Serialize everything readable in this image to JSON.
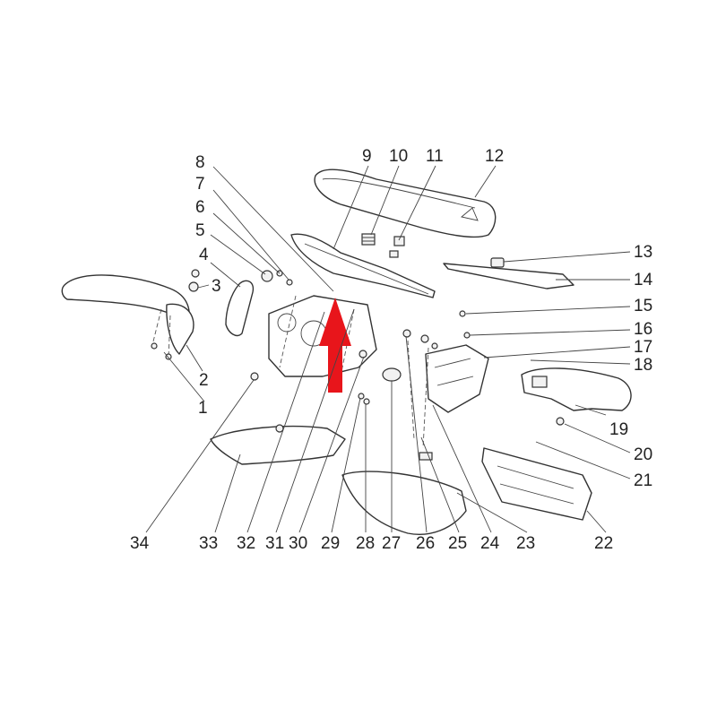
{
  "diagram": {
    "callouts": [
      {
        "num": "1"
      },
      {
        "num": "2"
      },
      {
        "num": "3"
      },
      {
        "num": "4"
      },
      {
        "num": "5"
      },
      {
        "num": "6"
      },
      {
        "num": "7"
      },
      {
        "num": "8"
      },
      {
        "num": "9"
      },
      {
        "num": "10"
      },
      {
        "num": "11"
      },
      {
        "num": "12"
      },
      {
        "num": "13"
      },
      {
        "num": "14"
      },
      {
        "num": "15"
      },
      {
        "num": "16"
      },
      {
        "num": "17"
      },
      {
        "num": "18"
      },
      {
        "num": "19"
      },
      {
        "num": "20"
      },
      {
        "num": "21"
      },
      {
        "num": "22"
      },
      {
        "num": "23"
      },
      {
        "num": "24"
      },
      {
        "num": "25"
      },
      {
        "num": "26"
      },
      {
        "num": "27"
      },
      {
        "num": "28"
      },
      {
        "num": "29"
      },
      {
        "num": "30"
      },
      {
        "num": "31"
      },
      {
        "num": "32"
      },
      {
        "num": "33"
      },
      {
        "num": "34"
      }
    ],
    "highlight_arrow_color": "#e8151b"
  }
}
